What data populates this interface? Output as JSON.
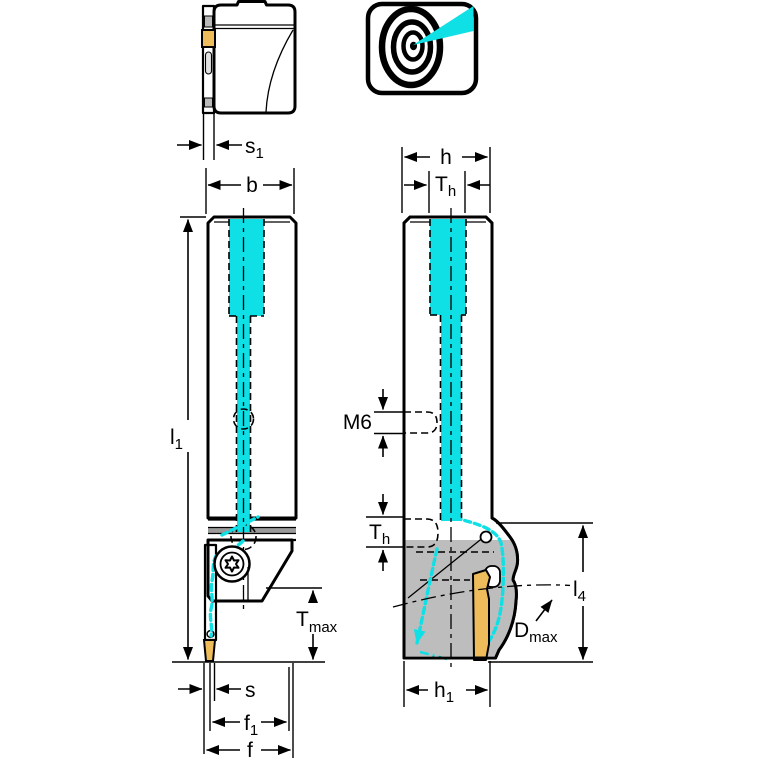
{
  "labels": {
    "s1": {
      "main": "s",
      "sub": "1"
    },
    "b": {
      "main": "b",
      "sub": ""
    },
    "h": {
      "main": "h",
      "sub": ""
    },
    "Th_top": {
      "main": "T",
      "sub": "h"
    },
    "l1": {
      "main": "l",
      "sub": "1"
    },
    "M6": {
      "main": "M6",
      "sub": ""
    },
    "Th_side": {
      "main": "T",
      "sub": "h"
    },
    "Tmax": {
      "main": "T",
      "sub": "max"
    },
    "Dmax": {
      "main": "D",
      "sub": "max"
    },
    "l4": {
      "main": "l",
      "sub": "4"
    },
    "h1": {
      "main": "h",
      "sub": "1"
    },
    "s": {
      "main": "s",
      "sub": ""
    },
    "f1": {
      "main": "f",
      "sub": "1"
    },
    "f": {
      "main": "f",
      "sub": ""
    }
  },
  "colors": {
    "coolant": "#0ee0e6",
    "insert": "#eebc5a",
    "body": "#c6c6c6",
    "head": "#bdbdbd",
    "seam": "#9b9b9b",
    "bore": "#7e9094",
    "outline": "#000000"
  },
  "icon": {
    "name": "precision-coolant-target"
  }
}
